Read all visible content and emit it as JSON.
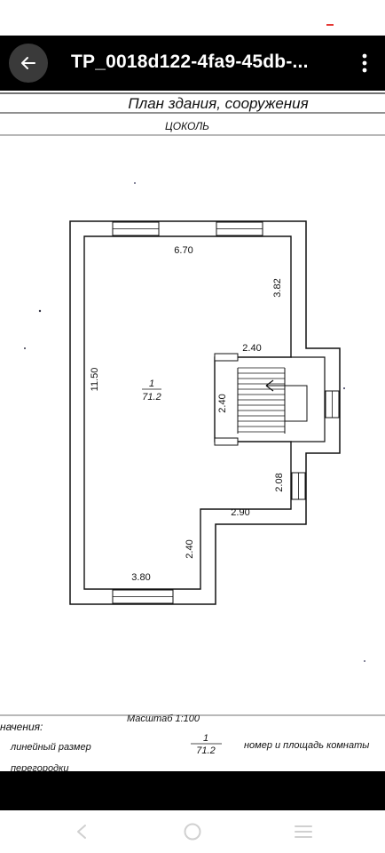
{
  "header": {
    "title": "TP_0018d122-4fa9-45db-...",
    "back_icon": "arrow-left-icon",
    "more_icon": "more-vertical-icon"
  },
  "document": {
    "heading": "План здания, сооружения",
    "subheading": "ЦОКОЛЬ",
    "room_number": "1",
    "room_area": "71.2",
    "dimensions": {
      "top_width": "6.70",
      "right_upper": "3.82",
      "stair_width": "2.40",
      "stair_height": "2.40",
      "left_height": "11.50",
      "right_lower": "2.08",
      "step_width": "2.90",
      "inner_vertical": "2.40",
      "bottom_width": "3.80"
    },
    "scale": "Масштаб 1:100",
    "legend_title": "начения:",
    "legend_linear": "линейный размер",
    "legend_room_number": "1",
    "legend_room_area": "71.2",
    "legend_room_desc": "номер и площадь комнаты",
    "legend_partitions": "перегородки"
  },
  "nav": {
    "back_icon": "nav-back-icon",
    "home_icon": "nav-home-icon",
    "recents_icon": "nav-recents-icon"
  }
}
